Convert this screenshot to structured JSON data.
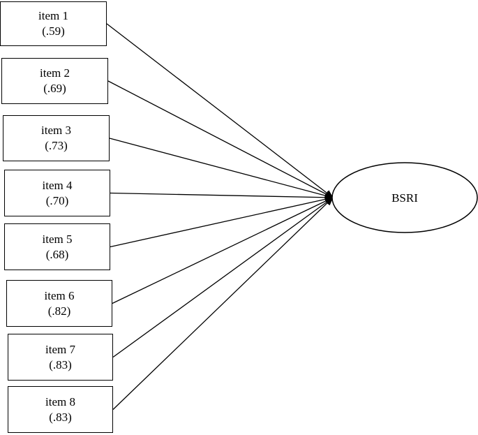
{
  "diagram": {
    "construct": {
      "label": "BSRI"
    },
    "items": [
      {
        "label": "item 1",
        "loading": "(.59)"
      },
      {
        "label": "item 2",
        "loading": "(.69)"
      },
      {
        "label": "item 3",
        "loading": "(.73)"
      },
      {
        "label": "item 4",
        "loading": "(.70)"
      },
      {
        "label": "item 5",
        "loading": "(.68)"
      },
      {
        "label": "item 6",
        "loading": "(.82)"
      },
      {
        "label": "item 7",
        "loading": "(.83)"
      },
      {
        "label": "item 8",
        "loading": "(.83)"
      }
    ]
  }
}
